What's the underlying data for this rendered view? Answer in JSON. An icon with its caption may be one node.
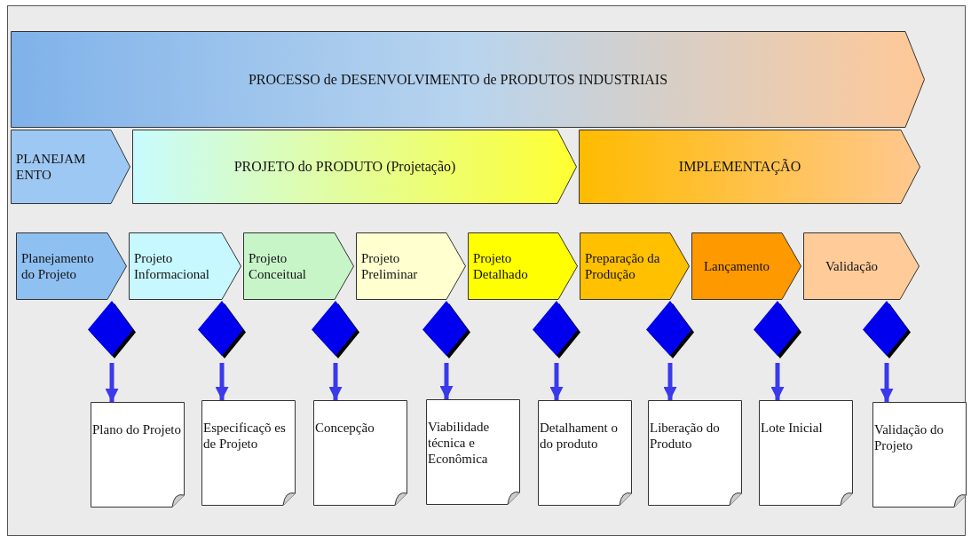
{
  "diagram": {
    "nodes": [
      {
        "text": [
          "PROCESSO de DESENVOLVIMENTO de PRODUTOS INDUSTRIAIS"
        ]
      },
      {
        "text": [
          "PLANEJAM ENTO"
        ]
      },
      {
        "text": [
          "PROJETO do PRODUTO (Projetação)"
        ]
      },
      {
        "text": [
          "IMPLEMENTAÇÃO"
        ]
      },
      {
        "text": [
          "Planejamento do Projeto"
        ]
      },
      {
        "text": [
          "Projeto Informacional"
        ]
      },
      {
        "text": [
          "Projeto Conceitual"
        ]
      },
      {
        "text": [
          "Projeto Preliminar"
        ]
      },
      {
        "text": [
          "Projeto Detalhado"
        ]
      },
      {
        "text": [
          "Preparação da Produção"
        ]
      },
      {
        "text": [
          "Lançamento"
        ]
      },
      {
        "text": [
          "Validação"
        ]
      },
      {
        "text": [],
        "shape": "diamond"
      },
      {
        "text": [],
        "shape": "diamond"
      },
      {
        "text": [],
        "shape": "diamond"
      },
      {
        "text": [],
        "shape": "diamond"
      },
      {
        "text": [],
        "shape": "diamond"
      },
      {
        "text": [],
        "shape": "diamond"
      },
      {
        "text": [],
        "shape": "diamond"
      },
      {
        "text": [],
        "shape": "diamond"
      },
      {
        "text": [
          "Plano do Projeto"
        ]
      },
      {
        "text": [
          "Especificaçõ es de Projeto"
        ]
      },
      {
        "text": [
          "Concepção"
        ]
      },
      {
        "text": [
          "Viabilidade técnica e Econômica"
        ]
      },
      {
        "text": [
          "Detalhament o do produto"
        ]
      },
      {
        "text": [
          "Liberação do Produto"
        ]
      },
      {
        "text": [
          "Lote Inicial"
        ]
      },
      {
        "text": [
          "Validação do Projeto"
        ]
      }
    ],
    "edges": [
      {
        "from": 12,
        "to": 20,
        "arrow": "to"
      },
      {
        "from": 13,
        "to": 21,
        "arrow": "to"
      },
      {
        "from": 14,
        "to": 22,
        "arrow": "to"
      },
      {
        "from": 15,
        "to": 23,
        "arrow": "to"
      },
      {
        "from": 16,
        "to": 24,
        "arrow": "to"
      },
      {
        "from": 17,
        "to": 25,
        "arrow": "to"
      },
      {
        "from": 18,
        "to": 26,
        "arrow": "to"
      },
      {
        "from": 19,
        "to": 27,
        "arrow": "to"
      }
    ]
  }
}
